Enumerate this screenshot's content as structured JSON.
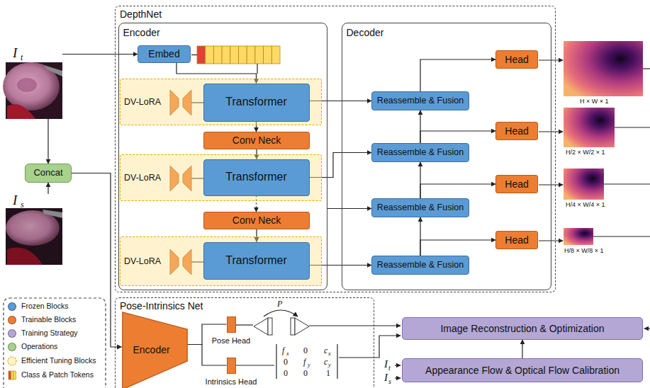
{
  "diagram": {
    "nodes": [
      {
        "text": [
          "I",
          "t"
        ]
      },
      {
        "text": [
          "Concat"
        ]
      },
      {
        "text": [
          "I",
          "s"
        ]
      },
      {
        "text": [
          "DepthNet"
        ]
      },
      {
        "text": [
          "Encoder"
        ],
        "in": 3
      },
      {
        "text": [
          "Embed"
        ],
        "in": 4
      },
      {
        "text": [
          "DV-LoRA"
        ],
        "in": 4
      },
      {
        "text": [
          "Transformer"
        ],
        "in": 6
      },
      {
        "text": [
          "Conv Neck"
        ],
        "in": 4
      },
      {
        "text": [
          "DV-LoRA"
        ],
        "in": 4
      },
      {
        "text": [
          "Transformer"
        ],
        "in": 9
      },
      {
        "text": [
          "Conv Neck"
        ],
        "in": 4
      },
      {
        "text": [
          "DV-LoRA"
        ],
        "in": 4
      },
      {
        "text": [
          "Transformer"
        ],
        "in": 12
      },
      {
        "text": [
          "Decoder"
        ],
        "in": 3
      },
      {
        "text": [
          "Reassemble & Fusion"
        ],
        "in": 14
      },
      {
        "text": [
          "Reassemble & Fusion"
        ],
        "in": 14
      },
      {
        "text": [
          "Reassemble & Fusion"
        ],
        "in": 14
      },
      {
        "text": [
          "Reassemble & Fusion"
        ],
        "in": 14
      },
      {
        "text": [
          "Head"
        ],
        "in": 14
      },
      {
        "text": [
          "Head"
        ],
        "in": 14
      },
      {
        "text": [
          "Head"
        ],
        "in": 14
      },
      {
        "text": [
          "Head"
        ],
        "in": 14
      },
      {
        "text": [
          "Pose-Intrinsics Net"
        ]
      },
      {
        "text": [
          "Encoder"
        ],
        "in": 23
      },
      {
        "text": [
          "Pose Head"
        ],
        "in": 23
      },
      {
        "text": [
          "Intrinsics Head"
        ],
        "in": 23
      },
      {
        "text": [
          "Image Reconstruction & Optimization"
        ]
      },
      {
        "text": [
          "Appearance Flow & Optical Flow Calibration"
        ]
      }
    ],
    "edges": [
      {
        "from": 0,
        "to": 5,
        "arrow": "to"
      },
      {
        "from": 0,
        "to": 1,
        "arrow": "to"
      },
      {
        "from": 2,
        "to": 1,
        "arrow": "to"
      },
      {
        "from": 1,
        "to": 24,
        "arrow": "to"
      },
      {
        "from": 5,
        "to": 7,
        "arrow": "to"
      },
      {
        "from": 7,
        "to": 8,
        "arrow": "to"
      },
      {
        "from": 8,
        "to": 10,
        "arrow": "to"
      },
      {
        "from": 10,
        "to": 11,
        "arrow": "to"
      },
      {
        "from": 11,
        "to": 13,
        "arrow": "to"
      },
      {
        "from": 7,
        "to": 15,
        "arrow": "to"
      },
      {
        "from": 10,
        "to": 16,
        "arrow": "to"
      },
      {
        "from": 13,
        "to": 18,
        "arrow": "to"
      },
      {
        "from": 18,
        "to": 17,
        "arrow": "to"
      },
      {
        "from": 17,
        "to": 16,
        "arrow": "to"
      },
      {
        "from": 16,
        "to": 15,
        "arrow": "to"
      },
      {
        "from": 15,
        "to": 19,
        "arrow": "to"
      },
      {
        "from": 16,
        "to": 20,
        "arrow": "to"
      },
      {
        "from": 17,
        "to": 21,
        "arrow": "to"
      },
      {
        "from": 18,
        "to": 22,
        "arrow": "to"
      },
      {
        "from": 24,
        "to": 25,
        "arrow": "none"
      },
      {
        "from": 24,
        "to": 26,
        "arrow": "none"
      },
      {
        "from": 28,
        "to": 27,
        "arrow": "to"
      }
    ],
    "labels": [
      "H × W × 1",
      "H/2 × W/2 × 1",
      "H/4 × W/4 × 1",
      "H/8 × W/8 × 1",
      "P",
      "f",
      "x",
      "0",
      "c",
      "x",
      "0",
      "f",
      "y",
      "c",
      "y",
      "0",
      "0",
      "1",
      "I",
      "t",
      "I",
      "s"
    ],
    "legend": [
      {
        "text": "Frozen Blocks",
        "color": "#5b9bd5"
      },
      {
        "text": "Trainable Blocks",
        "color": "#ed7d31"
      },
      {
        "text": "Training Strategy",
        "color": "#b4a7d6"
      },
      {
        "text": "Operations",
        "color": "#a9d18e"
      },
      {
        "text": "Efficient Tuning Blocks"
      },
      {
        "text": "Class & Patch Tokens"
      }
    ]
  }
}
